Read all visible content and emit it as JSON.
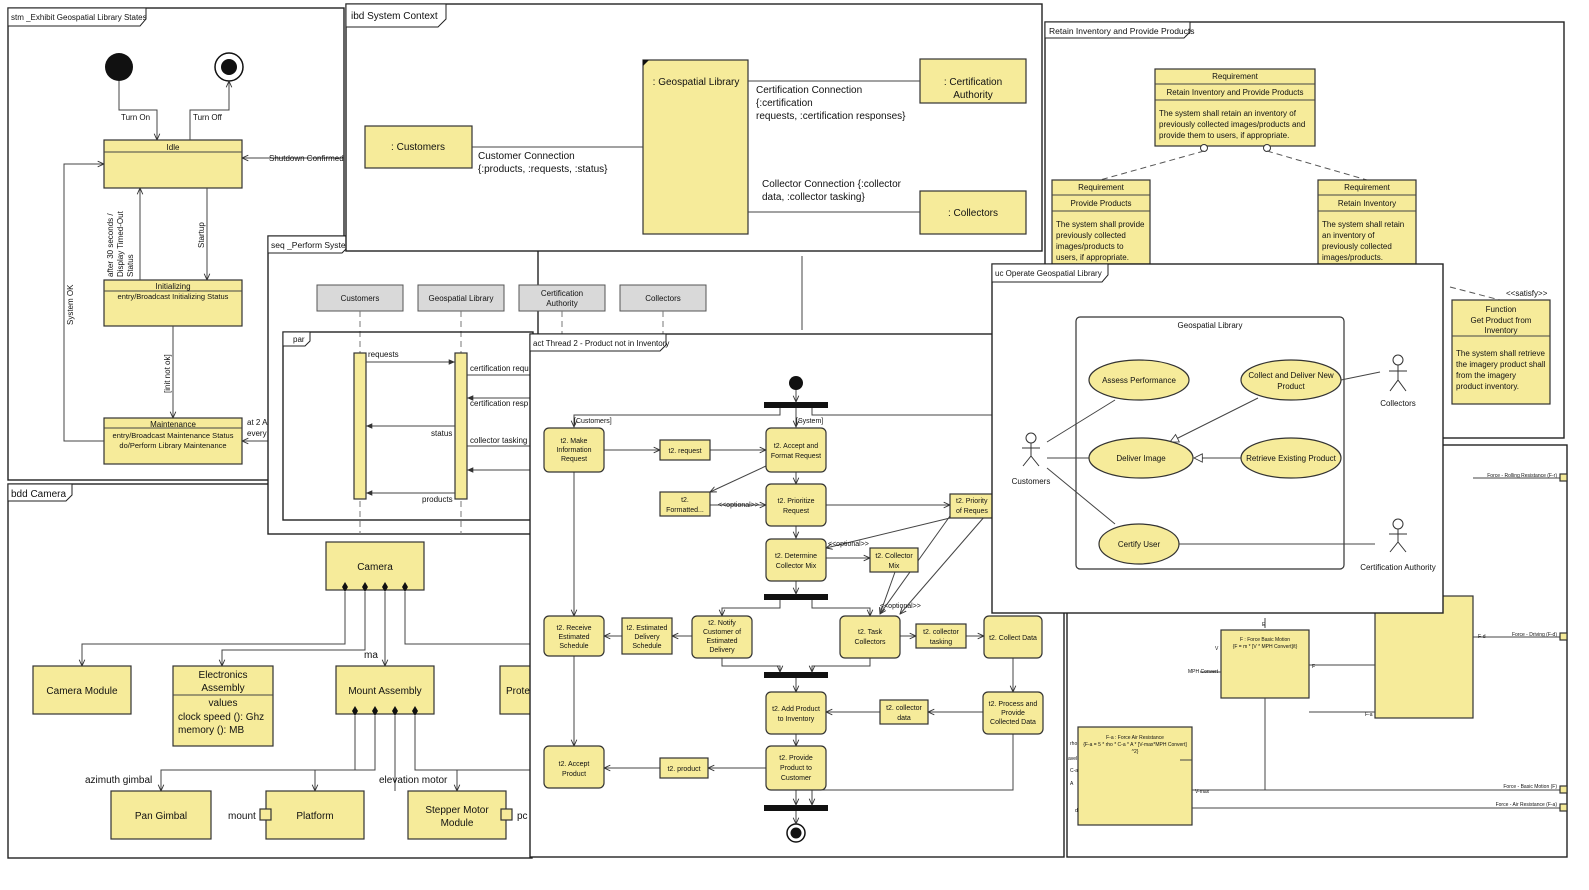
{
  "stm": {
    "title": "stm _Exhibit Geospatial Library States",
    "idle": "Idle",
    "initializing": "Initializing",
    "init_entry": "entry/Broadcast Initializing Status",
    "maintenance": "Maintenance",
    "maint_entry": "entry/Broadcast Maintenance Status",
    "maint_do": "do/Perform Library Maintenance",
    "turn_on": "Turn On",
    "turn_off": "Turn Off",
    "shutdown": "Shutdown Confirmed",
    "startup": "Startup",
    "timeout1": "after 30 seconds /",
    "timeout2": "Display Timed-Out",
    "timeout3": "Status",
    "system_ok": "System OK",
    "init_not_ok": "[init not ok]",
    "at2": "at 2 A",
    "every": "every"
  },
  "ibd": {
    "title": "ibd System Context",
    "customers": ": Customers",
    "geolib": ": Geospatial Library",
    "cert_auth_1": ": Certification",
    "cert_auth_2": "Authority",
    "collectors": ": Collectors",
    "cust_conn_1": "Customer Connection",
    "cust_conn_2": "{:products, :requests, :status}",
    "cert_conn_1": "Certification Connection",
    "cert_conn_2": "{:certification",
    "cert_conn_3": "requests, :certification responses}",
    "coll_conn_1": "Collector Connection {:collector",
    "coll_conn_2": "data, :collector tasking}"
  },
  "req": {
    "title": "Retain Inventory and Provide Products",
    "main_stereo": "Requirement",
    "main_name": "Retain Inventory and Provide Products",
    "main_text_1": "The system shall retain an inventory of",
    "main_text_2": "previously collected images/products and",
    "main_text_3": "provide them to users, if appropriate.",
    "left_stereo": "Requirement",
    "left_name": "Provide Products",
    "left_text_1": "The system shall provide",
    "left_text_2": "previously collected",
    "left_text_3": "images/products to",
    "left_text_4": "users, if appropriate.",
    "right_stereo": "Requirement",
    "right_name": "Retain Inventory",
    "right_text_1": "The system shall retain",
    "right_text_2": "an inventory of",
    "right_text_3": "previously collected",
    "right_text_4": "images/products.",
    "satisfy": "<<satisfy>>",
    "func_stereo": "Function",
    "func_name_1": "Get Product from",
    "func_name_2": "Inventory",
    "func_text_1": "The system shall retrieve",
    "func_text_2": "the imagery product shall",
    "func_text_3": "from the imagery",
    "func_text_4": "product inventory."
  },
  "seq": {
    "title": "seq _Perform System",
    "lifelines": [
      "Customers",
      "Geospatial Library",
      "Certification",
      "Authority",
      "Collectors"
    ],
    "par": "par",
    "requests": "requests",
    "status": "status",
    "products": "products",
    "cert_req": "certification requ",
    "cert_resp": "certification resp",
    "coll_task": "collector tasking"
  },
  "bdd": {
    "title": "bdd Camera",
    "camera": "Camera",
    "camera_module": "Camera Module",
    "ea_1": "Electronics",
    "ea_2": "Assembly",
    "ea_values": "values",
    "ea_clock": "clock speed (): Ghz",
    "ea_memory": "memory (): MB",
    "mount": "Mount Assembly",
    "prote": "Prote",
    "ma": "ma",
    "pan": "Pan Gimbal",
    "platform": "Platform",
    "stepper_1": "Stepper Motor",
    "stepper_2": "Module",
    "azimuth": "azimuth gimbal",
    "elevation": "elevation motor",
    "mount_port": "mount",
    "pc": "pc"
  },
  "act": {
    "title": "act Thread 2 - Product not in Inventory",
    "customers_part": "[Customers]",
    "system_part": "[System]",
    "make_req": [
      "t2. Make",
      "Information",
      "Request"
    ],
    "request": "t2. request",
    "accept_fmt": [
      "t2. Accept and",
      "Format Request"
    ],
    "formatted": [
      "t2.",
      "Formatted..."
    ],
    "optional": "<<optional>>",
    "prioritize": [
      "t2. Prioritize",
      "Request"
    ],
    "priority": [
      "t2. Priority",
      "of Reques"
    ],
    "optional2": "<<optional>>",
    "determine": [
      "t2. Determine",
      "Collector Mix"
    ],
    "coll_mix": [
      "t2. Collector",
      "Mix"
    ],
    "receive": [
      "t2. Receive",
      "Estimated",
      "Schedule"
    ],
    "est_sched": [
      "t2. Estimated",
      "Delivery",
      "Schedule"
    ],
    "notify": [
      "t2. Notify",
      "Customer of",
      "Estimated",
      "Delivery"
    ],
    "task": [
      "t2. Task",
      "Collectors"
    ],
    "coll_tasking": [
      "t2. collector",
      "tasking"
    ],
    "collect": "t2. Collect Data",
    "optional3": "<<optional>>",
    "add_prod": [
      "t2. Add Product",
      "to Inventory"
    ],
    "coll_data": [
      "t2. collector",
      "data"
    ],
    "process": [
      "t2. Process and",
      "Provide",
      "Collected Data"
    ],
    "accept_prod": [
      "t2. Accept",
      "Product"
    ],
    "product": "t2. product",
    "provide": [
      "t2. Provide",
      "Product to",
      "Customer"
    ]
  },
  "uc": {
    "title": "uc Operate Geospatial Library",
    "system": "Geospatial Library",
    "assess": "Assess Performance",
    "collect_1": "Collect and Deliver New",
    "collect_2": "Product",
    "deliver": "Deliver Image",
    "retrieve": "Retrieve Existing Product",
    "certify": "Certify User",
    "collectors": "Collectors",
    "customers": "Customers",
    "cert_auth": "Certification Authority"
  },
  "param": {
    "rolling": "Force - Rolling Resistance (F-r)",
    "driving": "Force - Driving (F-d)",
    "basic_title_1": "F : Force Basic Motion",
    "basic_title_2": "{F = m * [V * MPH Convert]/t}",
    "mph": "MPH Convert",
    "air_title_1": "F-a : Force Air Resistance",
    "air_title_2": "{F-a = 5 * rho * C-a * A * [V-max*MPH Convert]",
    "air_title_3": "^2}",
    "basic_motion": "Force - Basic Motion (F)",
    "air_res": "Force - Air Resistance (F-a)",
    "fd": "F-d",
    "fa": "F-a",
    "f": "F",
    "e": "E",
    "v": "V",
    "rho": "rho",
    "avel": "avel",
    "ca": "C-a",
    "a": "A",
    "vmax": "V-max",
    "d": "d"
  }
}
